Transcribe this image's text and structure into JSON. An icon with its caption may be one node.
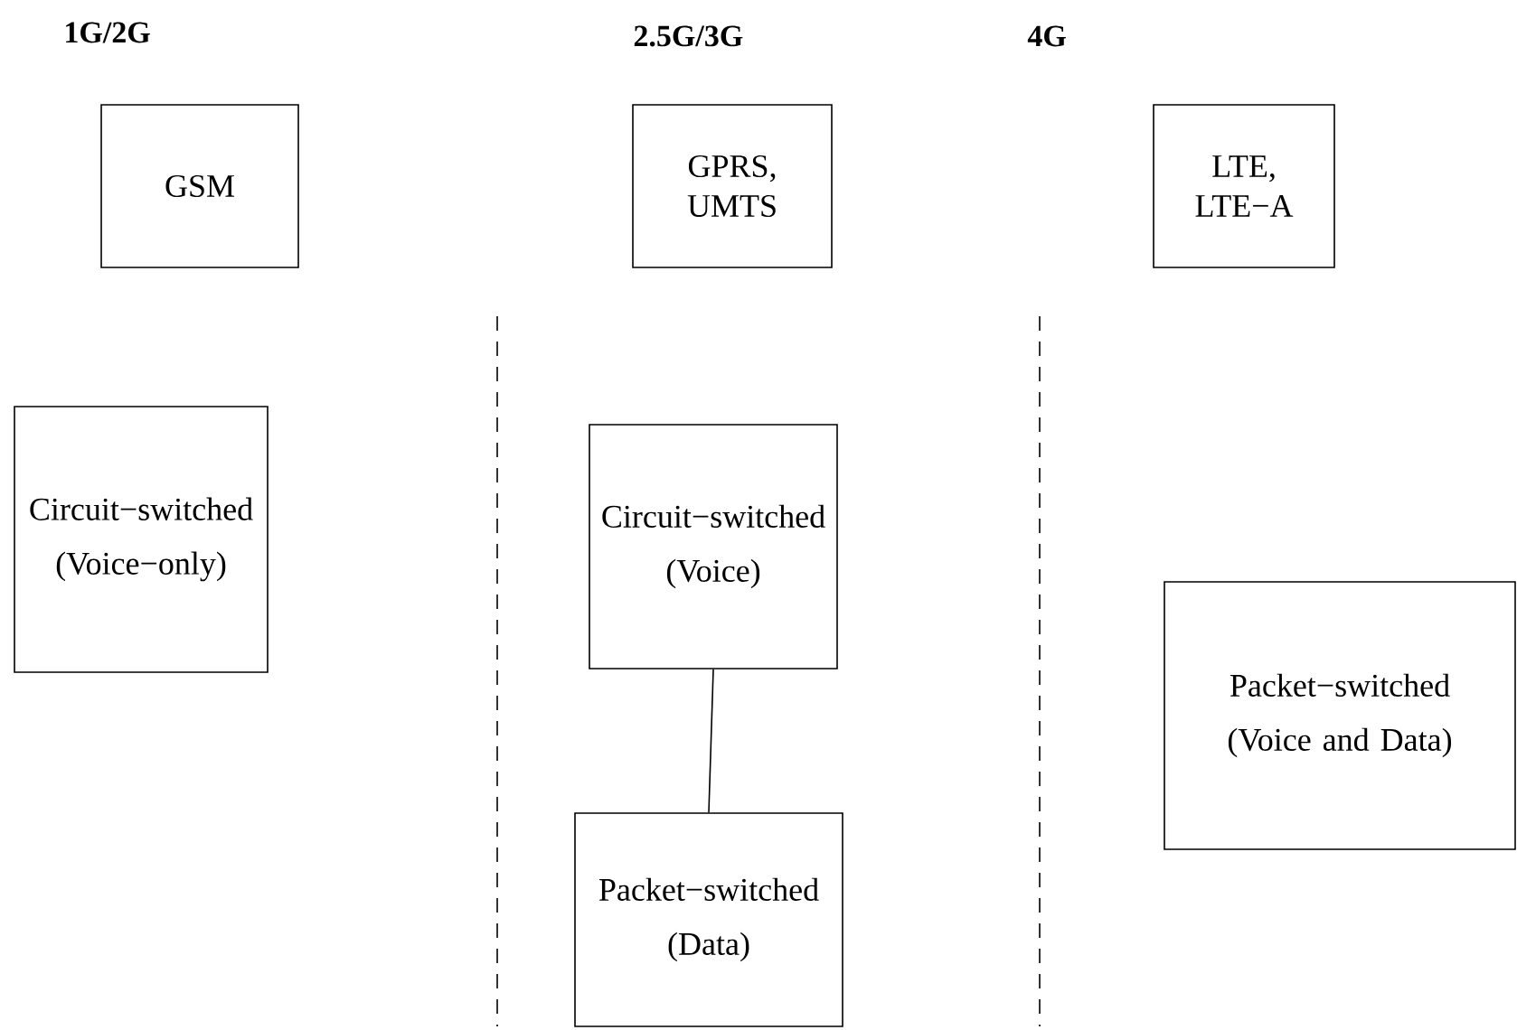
{
  "diagram": {
    "nodes": [
      {
        "text": [
          "GSM"
        ]
      },
      {
        "text": [
          "GPRS, UMTS"
        ]
      },
      {
        "text": [
          "LTE, LTE−A"
        ]
      },
      {
        "text": [
          "Circuit−switched",
          "(Voice−only)"
        ]
      },
      {
        "text": [
          "Circuit−switched",
          "(Voice)"
        ]
      },
      {
        "text": [
          "Packet−switched",
          "(Data)"
        ]
      },
      {
        "text": [
          "Packet−switched",
          "(Voice and Data)"
        ]
      }
    ],
    "edges": [
      {
        "from": 4,
        "to": 5,
        "arrow": "none"
      }
    ],
    "labels": [
      "1G/2G",
      "2.5G/3G",
      "4G"
    ]
  }
}
